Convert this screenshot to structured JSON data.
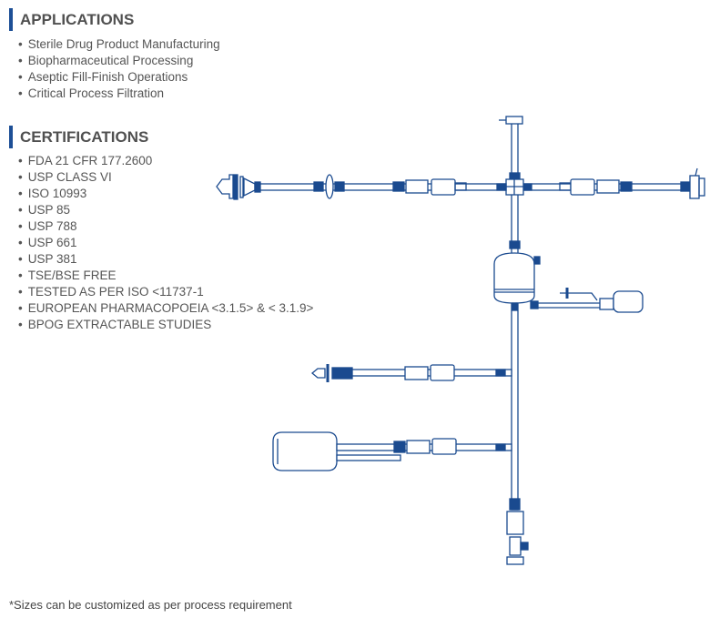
{
  "applications": {
    "title": "APPLICATIONS",
    "items": [
      "Sterile Drug Product Manufacturing",
      "Biopharmaceutical Processing",
      "Aseptic Fill-Finish Operations",
      "Critical Process Filtration"
    ]
  },
  "certifications": {
    "title": "CERTIFICATIONS",
    "items": [
      "FDA 21 CFR 177.2600",
      "USP CLASS VI",
      "ISO 10993",
      "USP 85",
      "USP 788",
      "USP 661",
      "USP 381",
      "TSE/BSE FREE",
      "TESTED AS PER ISO <11737-1",
      "EUROPEAN PHARMACOPOEIA <3.1.5> & < 3.1.9>",
      "BPOG EXTRACTABLE STUDIES"
    ]
  },
  "footnote": "*Sizes can be customized as per process requirement",
  "colors": {
    "accent": "#1d4f96",
    "diagram": "#1a4a8f"
  }
}
